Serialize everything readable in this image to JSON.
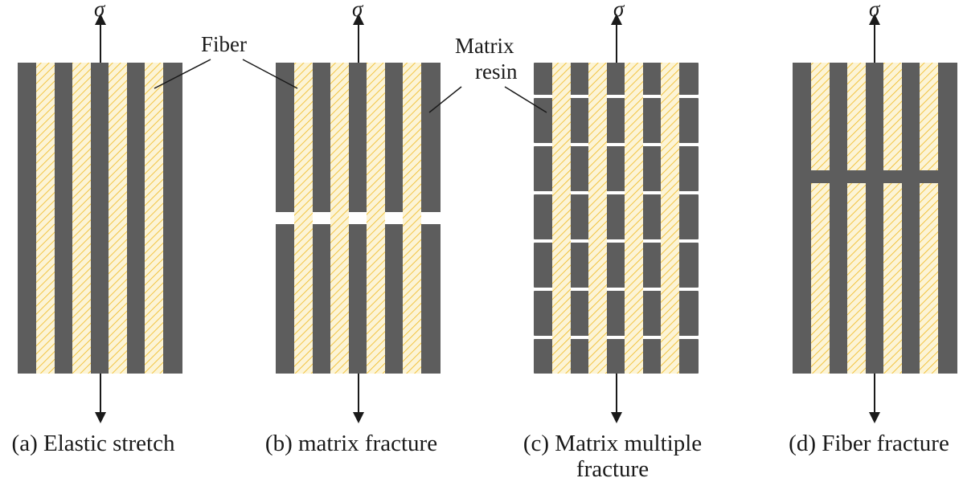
{
  "colors": {
    "matrix": "#5d5d5d",
    "fiber_background": "#fcf4d6",
    "fiber_hatch": "#f0b81e",
    "text": "#1a1a1a",
    "background": "#ffffff"
  },
  "stress_symbol": "σ",
  "callouts": {
    "fiber": "Fiber",
    "matrix_line1": "Matrix",
    "matrix_line2": "resin"
  },
  "panels": [
    {
      "id": "a",
      "label_lines": [
        "(a) Elastic stretch"
      ],
      "fracture": "none"
    },
    {
      "id": "b",
      "label_lines": [
        "(b) matrix fracture"
      ],
      "fracture": "single-matrix-crack"
    },
    {
      "id": "c",
      "label_lines": [
        "(c) Matrix multiple",
        "fracture"
      ],
      "fracture": "multiple-matrix-cracks"
    },
    {
      "id": "d",
      "label_lines": [
        "(d) Fiber fracture"
      ],
      "fracture": "fiber-break"
    }
  ]
}
